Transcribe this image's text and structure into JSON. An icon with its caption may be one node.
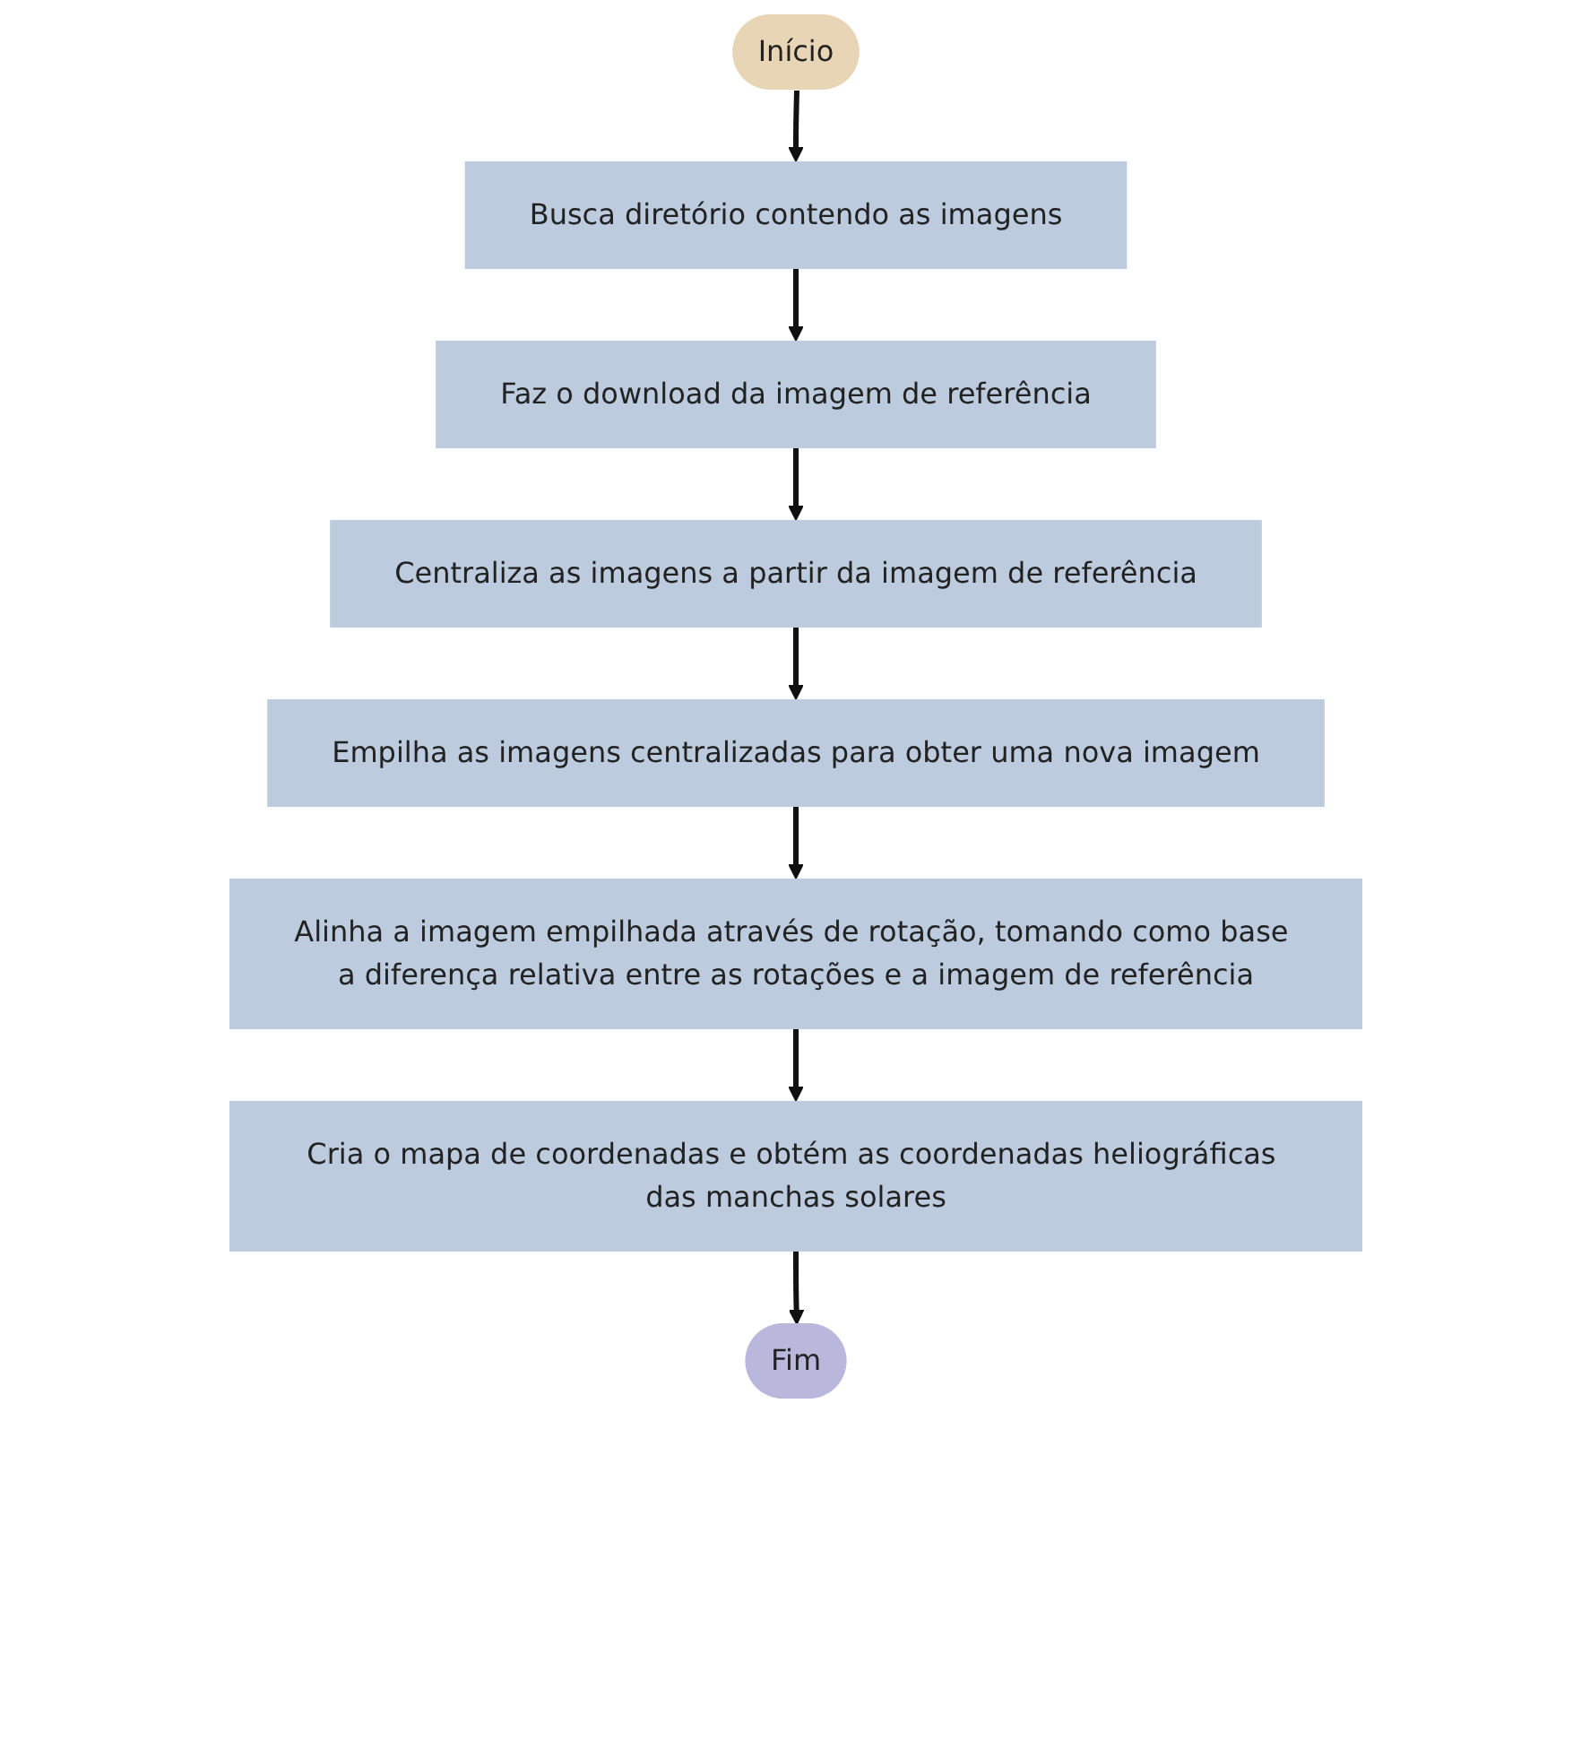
{
  "diagram": {
    "nodes": [
      {
        "text": [
          "Início"
        ]
      },
      {
        "text": [
          "Busca diretório contendo as imagens"
        ]
      },
      {
        "text": [
          "Faz o download da imagem de referência"
        ]
      },
      {
        "text": [
          "Centraliza as imagens a partir da imagem de referência"
        ]
      },
      {
        "text": [
          "Empilha as imagens centralizadas para obter uma nova imagem"
        ]
      },
      {
        "text": [
          "Alinha a imagem empilhada através de rotação, tomando como base a diferença relativa entre as rotações e a imagem de referência"
        ]
      },
      {
        "text": [
          "Cria o mapa de coordenadas e obtém as coordenadas heliográficas das manchas solares"
        ]
      },
      {
        "text": [
          "Fim"
        ]
      }
    ],
    "edges": [
      {
        "from": 0,
        "to": 1,
        "arrow": "to"
      },
      {
        "from": 1,
        "to": 2,
        "arrow": "to"
      },
      {
        "from": 2,
        "to": 3,
        "arrow": "to"
      },
      {
        "from": 3,
        "to": 4,
        "arrow": "to"
      },
      {
        "from": 4,
        "to": 5,
        "arrow": "to"
      },
      {
        "from": 5,
        "to": 6,
        "arrow": "to"
      },
      {
        "from": 6,
        "to": 7,
        "arrow": "to"
      }
    ]
  }
}
